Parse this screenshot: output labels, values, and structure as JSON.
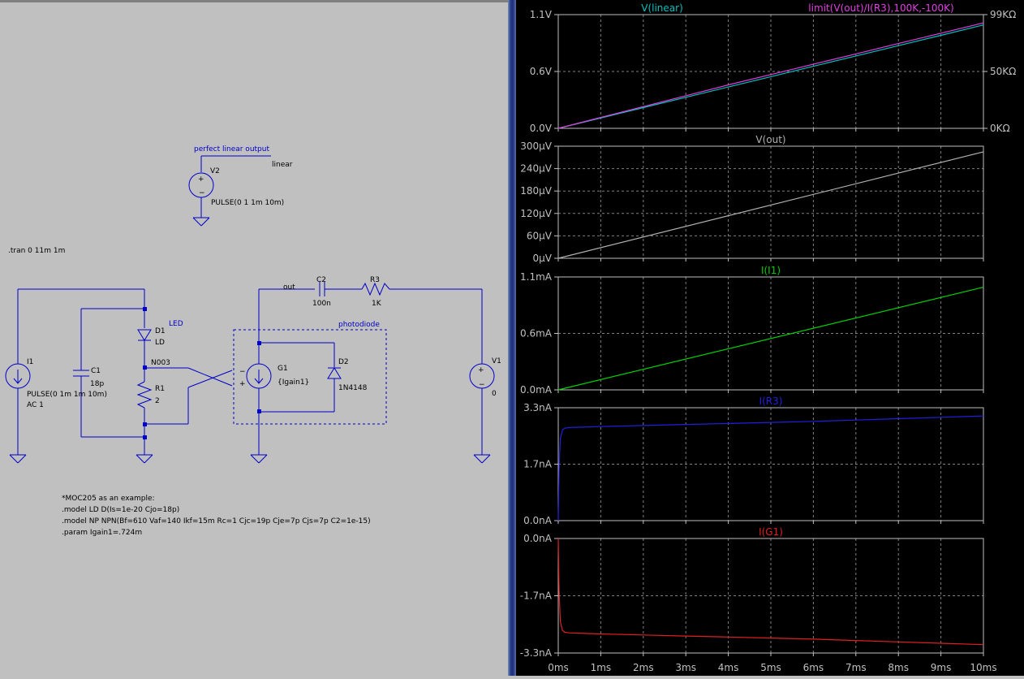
{
  "schematic": {
    "labels": {
      "perfect_linear_output": "perfect linear output",
      "linear_net": "linear",
      "v2_name": "V2",
      "v2_value": "PULSE(0 1 1m 10m)",
      "tran": ".tran 0 11m 1m",
      "out_net": "out",
      "c2_name": "C2",
      "c2_value": "100n",
      "r3_name": "R3",
      "r3_value": "1K",
      "led_label": "LED",
      "photodiode_label": "photodiode",
      "d1_name": "D1",
      "d1_value": "LD",
      "n003": "N003",
      "r1_name": "R1",
      "r1_value": "2",
      "c1_name": "C1",
      "c1_value": "18p",
      "i1_name": "I1",
      "i1_value": "PULSE(0 1m 1m 10m)",
      "i1_ac": "AC 1",
      "g1_name": "G1",
      "g1_value": "{Igain1}",
      "d2_name": "D2",
      "d2_value": "1N4148",
      "v1_name": "V1",
      "v1_value": "0"
    },
    "spice_directives": [
      "*MOC205 as an example:",
      ".model LD D(Is=1e-20 Cjo=18p)",
      ".model NP NPN(Bf=610 Vaf=140 Ikf=15m Rc=1 Cjc=19p Cje=7p Cjs=7p C2=1e-15)",
      ".param Igain1=.724m"
    ]
  },
  "colors": {
    "background": "#000000",
    "grid": "#808080",
    "axis_text": "#c0c0c0",
    "schematic_bg": "#c0c0c0",
    "wire": "#0000c8",
    "text": "#000080"
  },
  "chart_data": [
    {
      "type": "line",
      "series": [
        {
          "name": "V(linear)",
          "color": "#00c0c0",
          "x": [
            0,
            1,
            2,
            3,
            4,
            5,
            6,
            7,
            8,
            9,
            10
          ],
          "y": [
            0,
            0.1,
            0.2,
            0.3,
            0.4,
            0.5,
            0.6,
            0.7,
            0.8,
            0.9,
            1.0
          ]
        },
        {
          "name": "limit(V(out)/I(R3),100K,-100K)",
          "color": "#e040e0",
          "x": [
            0,
            1,
            2,
            3,
            4,
            5,
            6,
            7,
            8,
            9,
            10
          ],
          "y": [
            0,
            0.105,
            0.21,
            0.315,
            0.42,
            0.52,
            0.62,
            0.72,
            0.82,
            0.92,
            1.02
          ]
        }
      ],
      "ylim": [
        0,
        1.1
      ],
      "yticks": [
        "1.1V",
        "0.6V",
        "0.0V"
      ],
      "yticks_right": [
        "99KΩ",
        "50KΩ",
        "0KΩ"
      ]
    },
    {
      "type": "line",
      "series": [
        {
          "name": "V(out)",
          "color": "#b0b0b0",
          "x": [
            0,
            10
          ],
          "y": [
            0,
            285
          ]
        }
      ],
      "ylim": [
        0,
        300
      ],
      "yticks": [
        "300µV",
        "240µV",
        "180µV",
        "120µV",
        "60µV",
        "0µV"
      ]
    },
    {
      "type": "line",
      "series": [
        {
          "name": "I(I1)",
          "color": "#00d000",
          "x": [
            0,
            10
          ],
          "y": [
            0,
            1.0
          ]
        }
      ],
      "ylim": [
        0,
        1.1
      ],
      "yticks": [
        "1.1mA",
        "0.6mA",
        "0.0mA"
      ]
    },
    {
      "type": "line",
      "series": [
        {
          "name": "I(R3)",
          "color": "#2020e0",
          "x": [
            0,
            0.02,
            0.05,
            0.1,
            0.15,
            0.25,
            0.5,
            1,
            2,
            3,
            4,
            5,
            6,
            7,
            8,
            9,
            10
          ],
          "y": [
            0,
            1.5,
            2.4,
            2.65,
            2.7,
            2.72,
            2.73,
            2.75,
            2.78,
            2.81,
            2.84,
            2.87,
            2.9,
            2.94,
            2.98,
            3.02,
            3.06
          ]
        }
      ],
      "ylim": [
        0,
        3.3
      ],
      "yticks": [
        "3.3nA",
        "1.7nA",
        "0.0nA"
      ]
    },
    {
      "type": "line",
      "series": [
        {
          "name": "I(G1)",
          "color": "#e02020",
          "x": [
            0,
            0.02,
            0.05,
            0.1,
            0.15,
            0.25,
            0.5,
            1,
            2,
            3,
            4,
            5,
            6,
            7,
            8,
            9,
            10
          ],
          "y": [
            0,
            -1.5,
            -2.4,
            -2.65,
            -2.7,
            -2.72,
            -2.73,
            -2.75,
            -2.78,
            -2.81,
            -2.84,
            -2.87,
            -2.9,
            -2.94,
            -2.98,
            -3.02,
            -3.06
          ]
        }
      ],
      "ylim": [
        -3.3,
        0
      ],
      "yticks": [
        "0.0nA",
        "-1.7nA",
        "-3.3nA"
      ]
    }
  ],
  "x_axis": {
    "xlim": [
      0,
      10
    ],
    "ticks": [
      "0ms",
      "1ms",
      "2ms",
      "3ms",
      "4ms",
      "5ms",
      "6ms",
      "7ms",
      "8ms",
      "9ms",
      "10ms"
    ]
  }
}
